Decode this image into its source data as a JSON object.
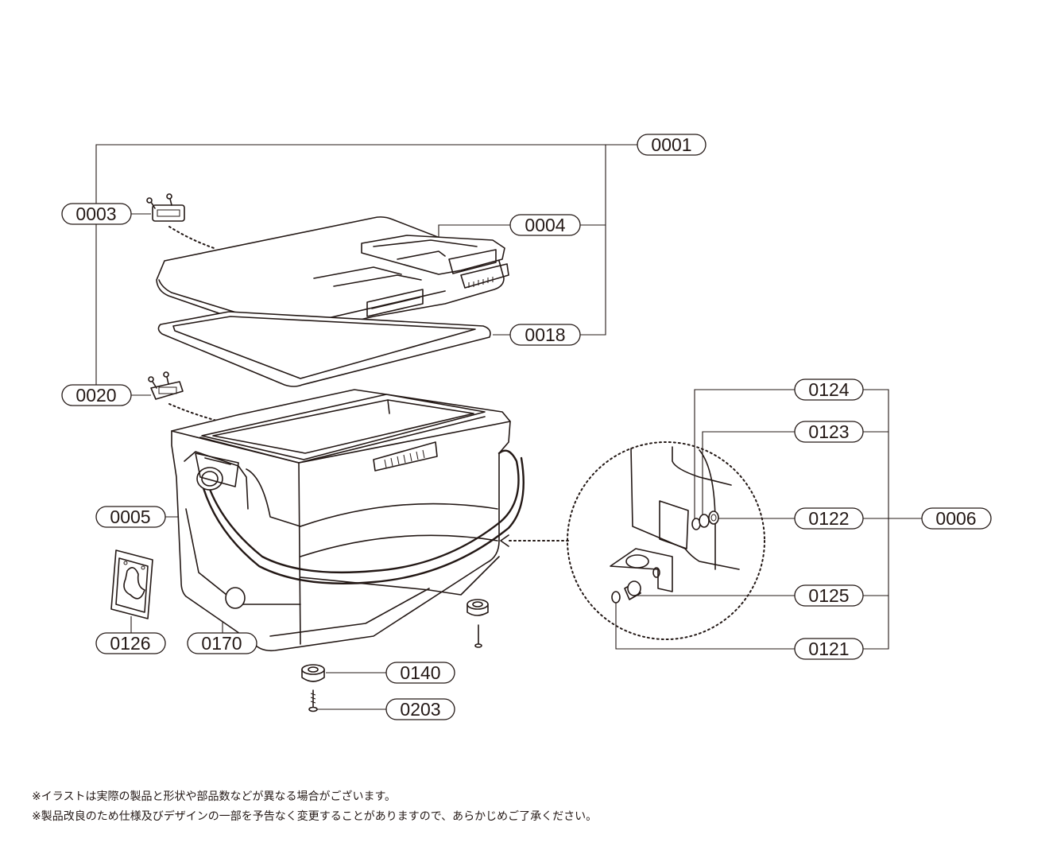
{
  "parts": {
    "p0001": "0001",
    "p0003": "0003",
    "p0004": "0004",
    "p0018": "0018",
    "p0020": "0020",
    "p0005": "0005",
    "p0126": "0126",
    "p0170": "0170",
    "p0140": "0140",
    "p0203": "0203",
    "p0124": "0124",
    "p0123": "0123",
    "p0122": "0122",
    "p0125": "0125",
    "p0121": "0121",
    "p0006": "0006"
  },
  "notes": {
    "line1": "※イラストは実際の製品と形状や部品数などが異なる場合がございます。",
    "line2": "※製品改良のため仕様及びデザインの一部を予告なく変更することがありますので、あらかじめご了承ください。"
  }
}
